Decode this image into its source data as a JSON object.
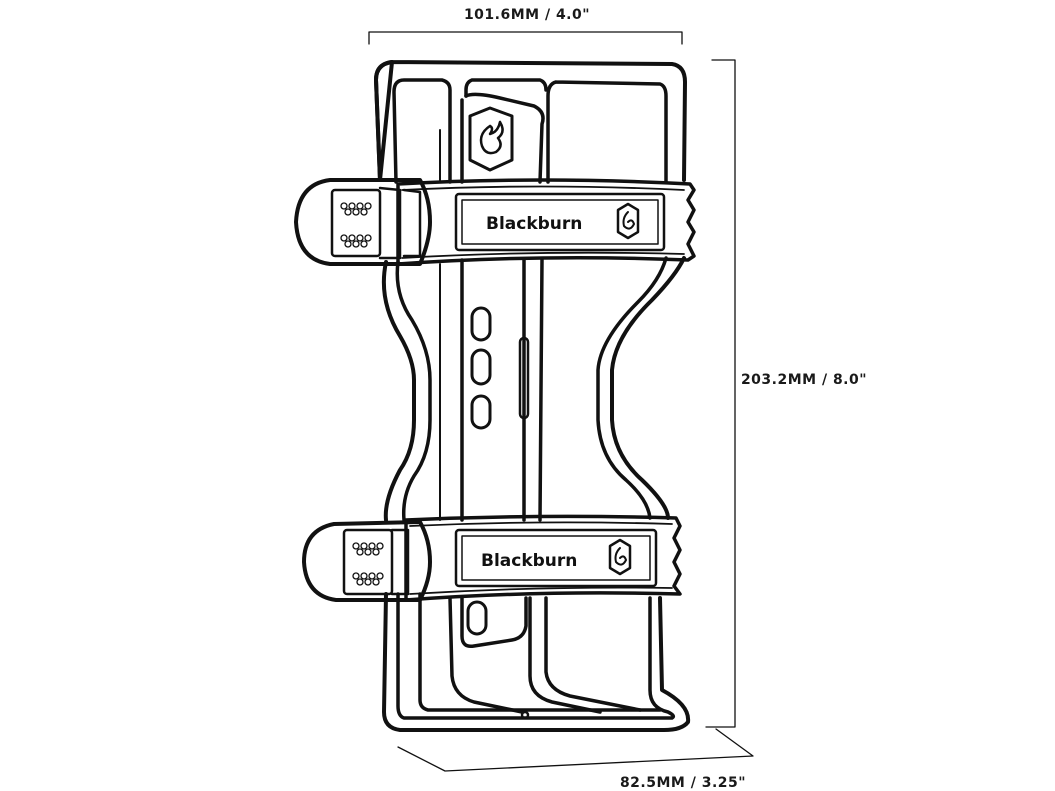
{
  "dimensions": {
    "width": "101.6MM / 4.0\"",
    "height": "203.2MM / 8.0\"",
    "depth": "82.5MM / 3.25\""
  },
  "straps": {
    "brand_top": "Blackburn",
    "brand_bottom": "Blackburn"
  },
  "colors": {
    "ink": "#111111",
    "background": "#ffffff"
  },
  "icons": [
    "blackburn-flame-logo-icon"
  ]
}
